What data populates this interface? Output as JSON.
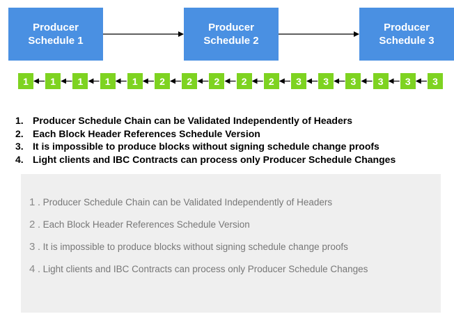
{
  "diagram": {
    "schedules": [
      {
        "line1": "Producer",
        "line2": "Schedule 1"
      },
      {
        "line1": "Producer",
        "line2": "Schedule 2"
      },
      {
        "line1": "Producer",
        "line2": "Schedule 3"
      }
    ],
    "blocks": [
      "1",
      "1",
      "1",
      "1",
      "1",
      "2",
      "2",
      "2",
      "2",
      "2",
      "3",
      "3",
      "3",
      "3",
      "3",
      "3"
    ],
    "colors": {
      "schedule": "#4a90e2",
      "block": "#7ed321",
      "arrow": "#000000"
    }
  },
  "bold_list": [
    {
      "num": "1.",
      "text": "Producer Schedule Chain can be Validated Independently of Headers"
    },
    {
      "num": "2.",
      "text": "Each Block Header References Schedule Version"
    },
    {
      "num": "3.",
      "text": "It is impossible to produce blocks without signing schedule change proofs"
    },
    {
      "num": "4.",
      "text": "Light clients and IBC Contracts can process only Producer Schedule Changes"
    }
  ],
  "translated_list": [
    {
      "num": "1",
      "text": ". Producer Schedule Chain can be Validated Independently of Headers"
    },
    {
      "num": "2",
      "text": ". Each Block Header References Schedule Version"
    },
    {
      "num": "3",
      "text": ". It is impossible to produce blocks without signing schedule change proofs"
    },
    {
      "num": "4",
      "text": ". Light clients and IBC Contracts can process only Producer Schedule Changes"
    }
  ]
}
